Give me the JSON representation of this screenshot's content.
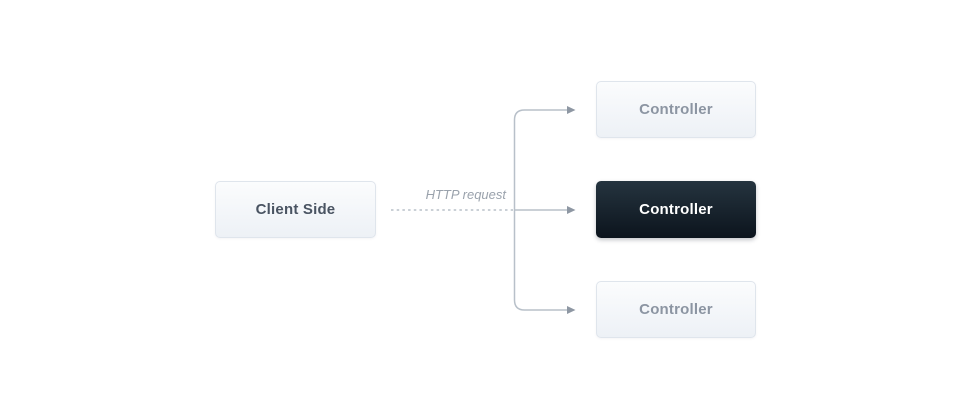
{
  "diagram": {
    "client": {
      "label": "Client Side"
    },
    "connector_label": "HTTP request",
    "controllers": [
      {
        "label": "Controller",
        "variant": "light"
      },
      {
        "label": "Controller",
        "variant": "dark"
      },
      {
        "label": "Controller",
        "variant": "light"
      }
    ],
    "colors": {
      "line": "#b8c0c9",
      "arrowhead": "#8e97a3",
      "light_node_border": "#dfe5ec",
      "light_node_text": "#8c95a2",
      "client_text": "#4a5462",
      "dark_node_text": "#ffffff",
      "label_text": "#9aa2ac",
      "light_node_top": "#fbfcfd",
      "light_node_bottom": "#edf1f6",
      "dark_node_top": "#25343f",
      "dark_node_bottom": "#0c141d"
    }
  }
}
